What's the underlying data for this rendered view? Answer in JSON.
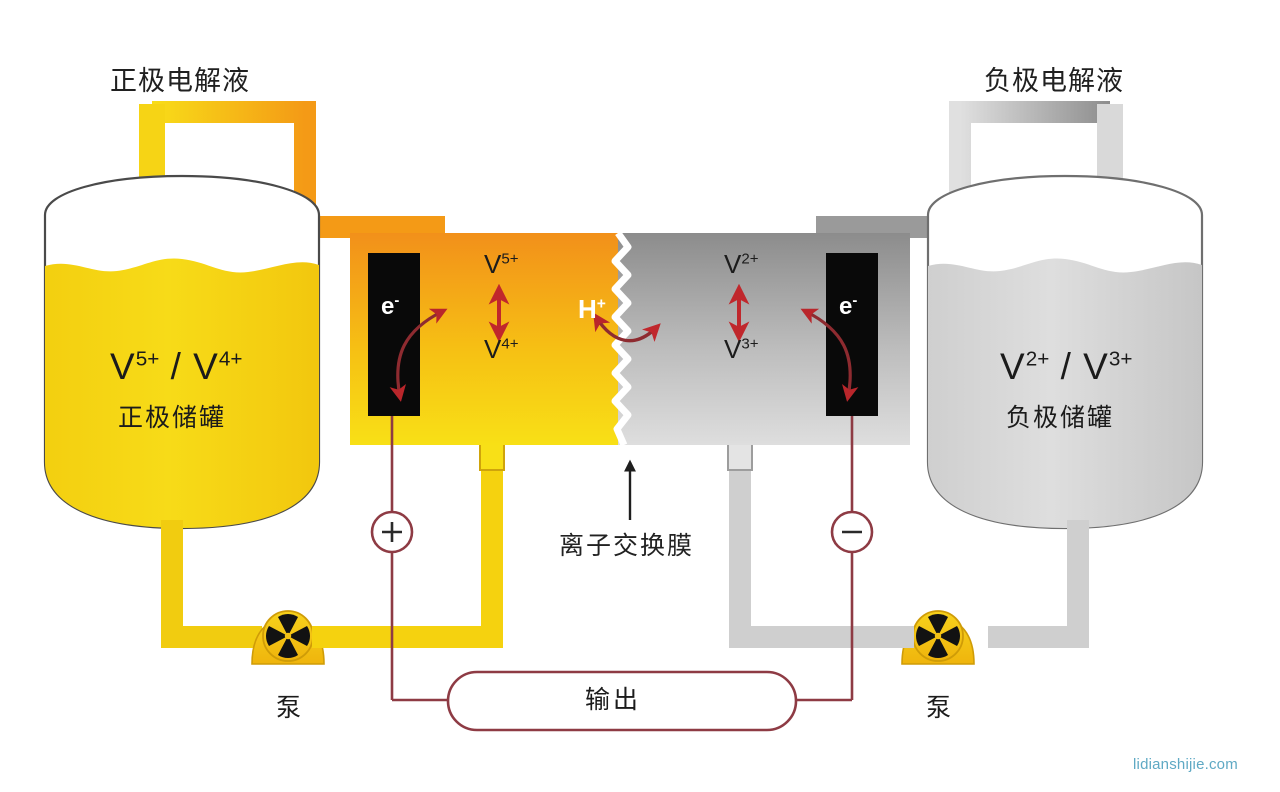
{
  "diagram": {
    "title_left": "正极电解液",
    "title_right": "负极电解液",
    "watermark": "lidianshijie.com"
  },
  "tanks": {
    "left": {
      "ion_base": "V",
      "ion_sup_1": "5+",
      "ion_sep": " / ",
      "ion_base_2": "V",
      "ion_sup_2": "4+",
      "label": "正极储罐",
      "fill_color": "#f5d211",
      "outline_color": "#555555"
    },
    "right": {
      "ion_base": "V",
      "ion_sup_1": "2+",
      "ion_sep": " / ",
      "ion_base_2": "V",
      "ion_sup_2": "3+",
      "label": "负极储罐",
      "fill_color": "#d3d3d3",
      "outline_color": "#6b6b6b"
    }
  },
  "cell": {
    "left_half": {
      "top_species": "V",
      "top_species_sup": "5+",
      "bottom_species": "V",
      "bottom_species_sup": "4+",
      "electrode_label": "e",
      "electrode_label_sup": "-",
      "gradient_from": "#f59a16",
      "gradient_to": "#f7dd1a"
    },
    "right_half": {
      "top_species": "V",
      "top_species_sup": "2+",
      "bottom_species": "V",
      "bottom_species_sup": "3+",
      "electrode_label": "e",
      "electrode_label_sup": "-",
      "gradient_from": "#8f8f8f",
      "gradient_to": "#dcdcdc"
    },
    "proton_label": "H",
    "proton_label_sup": "+",
    "membrane_label": "离子交换膜",
    "membrane_color": "#ffffff"
  },
  "circuit": {
    "positive_terminal": "+",
    "negative_terminal": "−",
    "output_label": "输出",
    "wire_color": "#8e3b44"
  },
  "pumps": {
    "left_label": "泵",
    "right_label": "泵",
    "body_color": "#f2c014",
    "blade_color": "#111111"
  },
  "colors": {
    "positive_yellow": "#f7d911",
    "positive_orange": "#f59a16",
    "negative_gray": "#a8a8a8",
    "negative_gray_light": "#d8d8d8",
    "arrow_red": "#c02026",
    "watermark_color": "#5fa9c4"
  }
}
